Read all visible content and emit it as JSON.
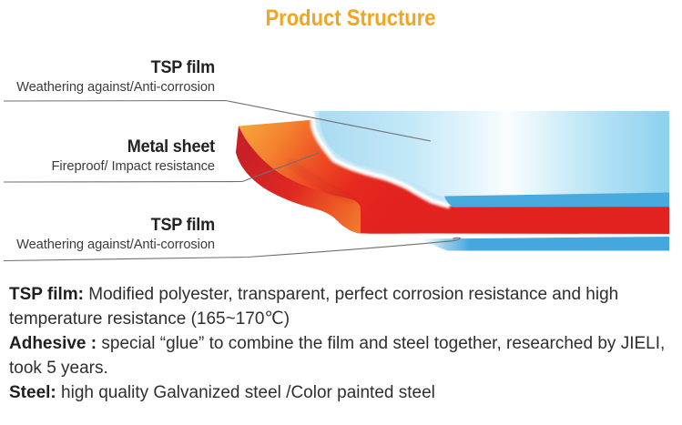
{
  "title": {
    "text": "Product Structure",
    "color": "#F2A51D"
  },
  "diagram": {
    "labels": [
      {
        "title": "TSP film",
        "subtitle": "Weathering against/Anti-corrosion"
      },
      {
        "title": "Metal sheet",
        "subtitle": "Fireproof/ Impact resistance"
      },
      {
        "title": "TSP film",
        "subtitle": "Weathering against/Anti-corrosion"
      }
    ],
    "layers": [
      {
        "name": "top TSP film",
        "color": "#BFE5F6"
      },
      {
        "name": "metal sheet",
        "color": "#E2231D"
      },
      {
        "name": "bottom TSP film",
        "color": "#45A8DD"
      }
    ],
    "colors": {
      "metal_orange": "#F6A53C",
      "metal_red": "#E2231D",
      "metal_dark_red": "#C01E24",
      "film_light_blue": "#BFE5F6",
      "film_edge_blue": "#49AADE",
      "leader_line": "#6F6F6F"
    }
  },
  "description": {
    "lines": [
      {
        "bold": "TSP film:",
        "text": " Modified polyester, transparent, perfect corrosion resistance and high"
      },
      {
        "bold": "",
        "text": "temperature resistance (165~170℃)"
      },
      {
        "bold": "Adhesive :",
        "text": " special “glue” to combine the film and steel together, researched by JIELI,"
      },
      {
        "bold": "",
        "text": "took 5 years."
      },
      {
        "bold": "Steel:",
        "text": " high quality Galvanized steel /Color painted steel"
      }
    ]
  }
}
